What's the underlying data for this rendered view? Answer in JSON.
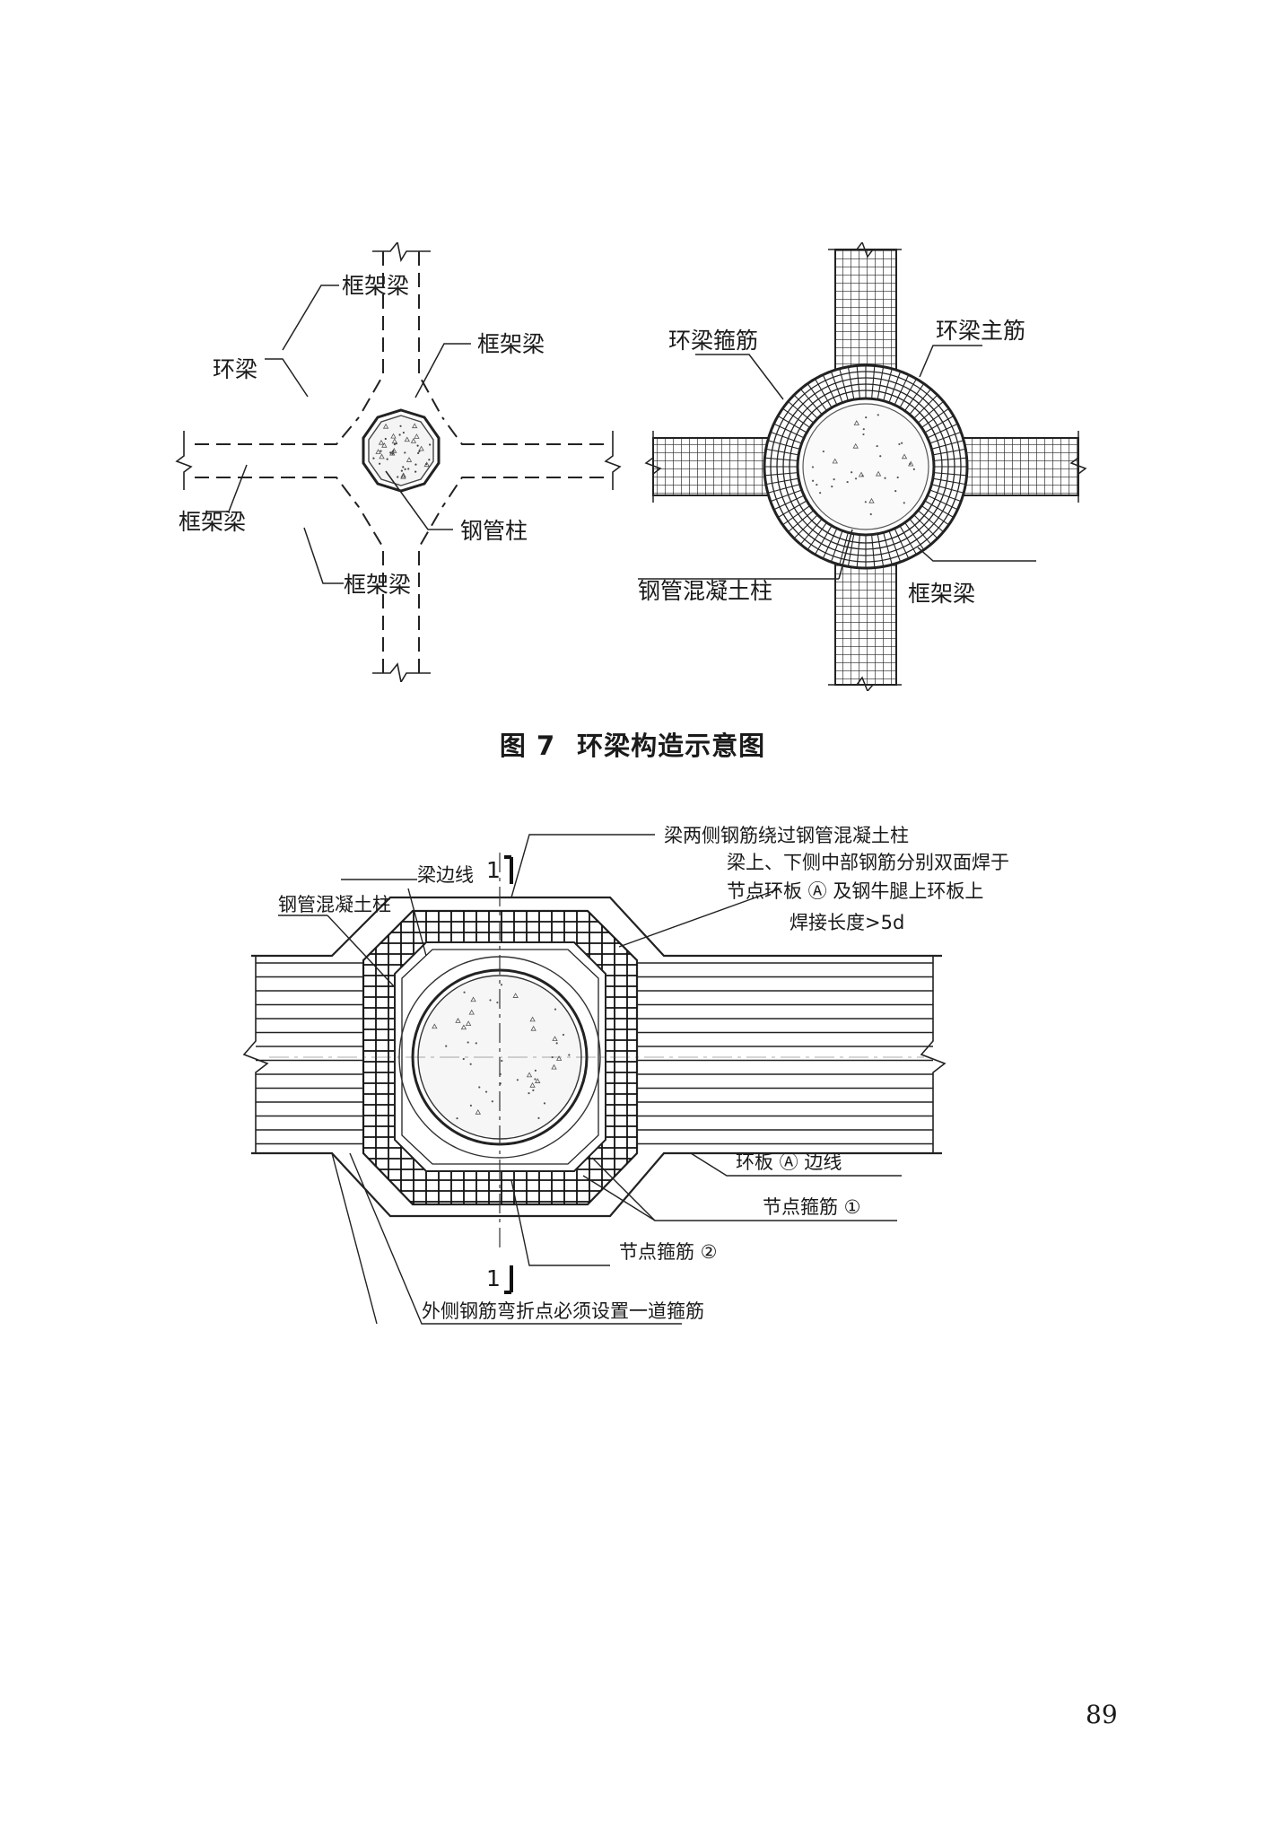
{
  "figure_top_left": {
    "labels": {
      "frame_beam_top": "框架梁",
      "ring_beam": "环梁",
      "frame_beam_right": "框架梁",
      "frame_beam_left": "框架梁",
      "steel_column": "钢管柱",
      "frame_beam_bottom": "框架梁"
    }
  },
  "figure_top_right": {
    "labels": {
      "ring_stirrup": "环梁箍筋",
      "ring_main_bar": "环梁主筋",
      "cfst_column": "钢管混凝土柱",
      "frame_beam": "框架梁"
    }
  },
  "caption": {
    "number": "图 7",
    "title": "环梁构造示意图"
  },
  "figure_bottom": {
    "labels": {
      "bars_around": "梁两侧钢筋绕过钢管混凝土柱",
      "beam_edge": "梁边线",
      "cfst_column": "钢管混凝土柱",
      "weld_note_1": "梁上、下侧中部钢筋分别双面焊于",
      "weld_note_2": "节点环板 Ⓐ 及钢牛腿上环板上",
      "weld_note_3": "焊接长度>5d",
      "ring_plate_edge": "环板 Ⓐ 边线",
      "node_stirrup_1": "节点箍筋 ①",
      "node_stirrup_2": "节点箍筋 ②",
      "outer_bar_note": "外侧钢筋弯折点必须设置一道箍筋",
      "section_mark_top": "1",
      "section_mark_bottom": "1"
    }
  },
  "page_number": "89"
}
